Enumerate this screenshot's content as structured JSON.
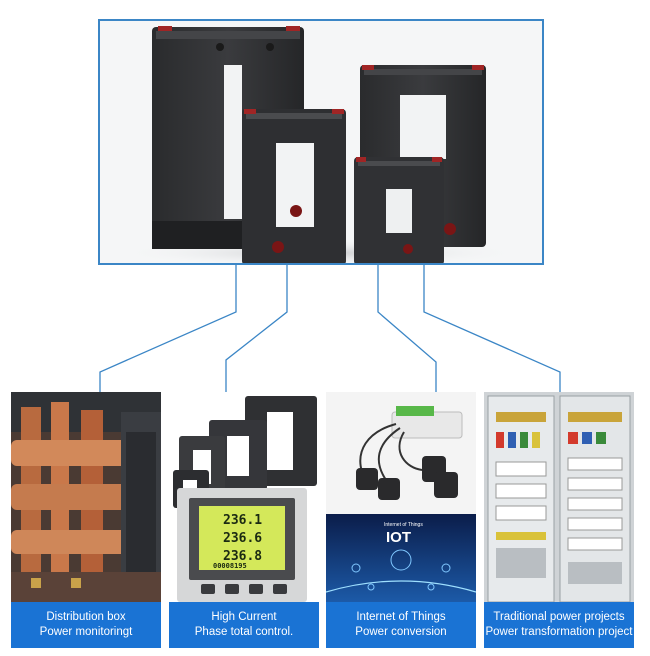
{
  "panels": [
    {
      "line1": "Distribution box",
      "line2": "Power monitoringt"
    },
    {
      "line1": "High Current",
      "line2": "Phase total control."
    },
    {
      "line1": "Internet of Things",
      "line2": "Power conversion"
    },
    {
      "line1": "Traditional power projects",
      "line2": "Power transformation project"
    }
  ],
  "meter": {
    "r1": "236.1",
    "r2": "236.6",
    "r3": "236.8",
    "r4": "00008195"
  },
  "iot": {
    "small": "Internet of Things",
    "big": "IOT"
  },
  "colors": {
    "frame": "#3b86c6",
    "caption_bg": "#1a73d4",
    "connector": "#3b86c6"
  }
}
